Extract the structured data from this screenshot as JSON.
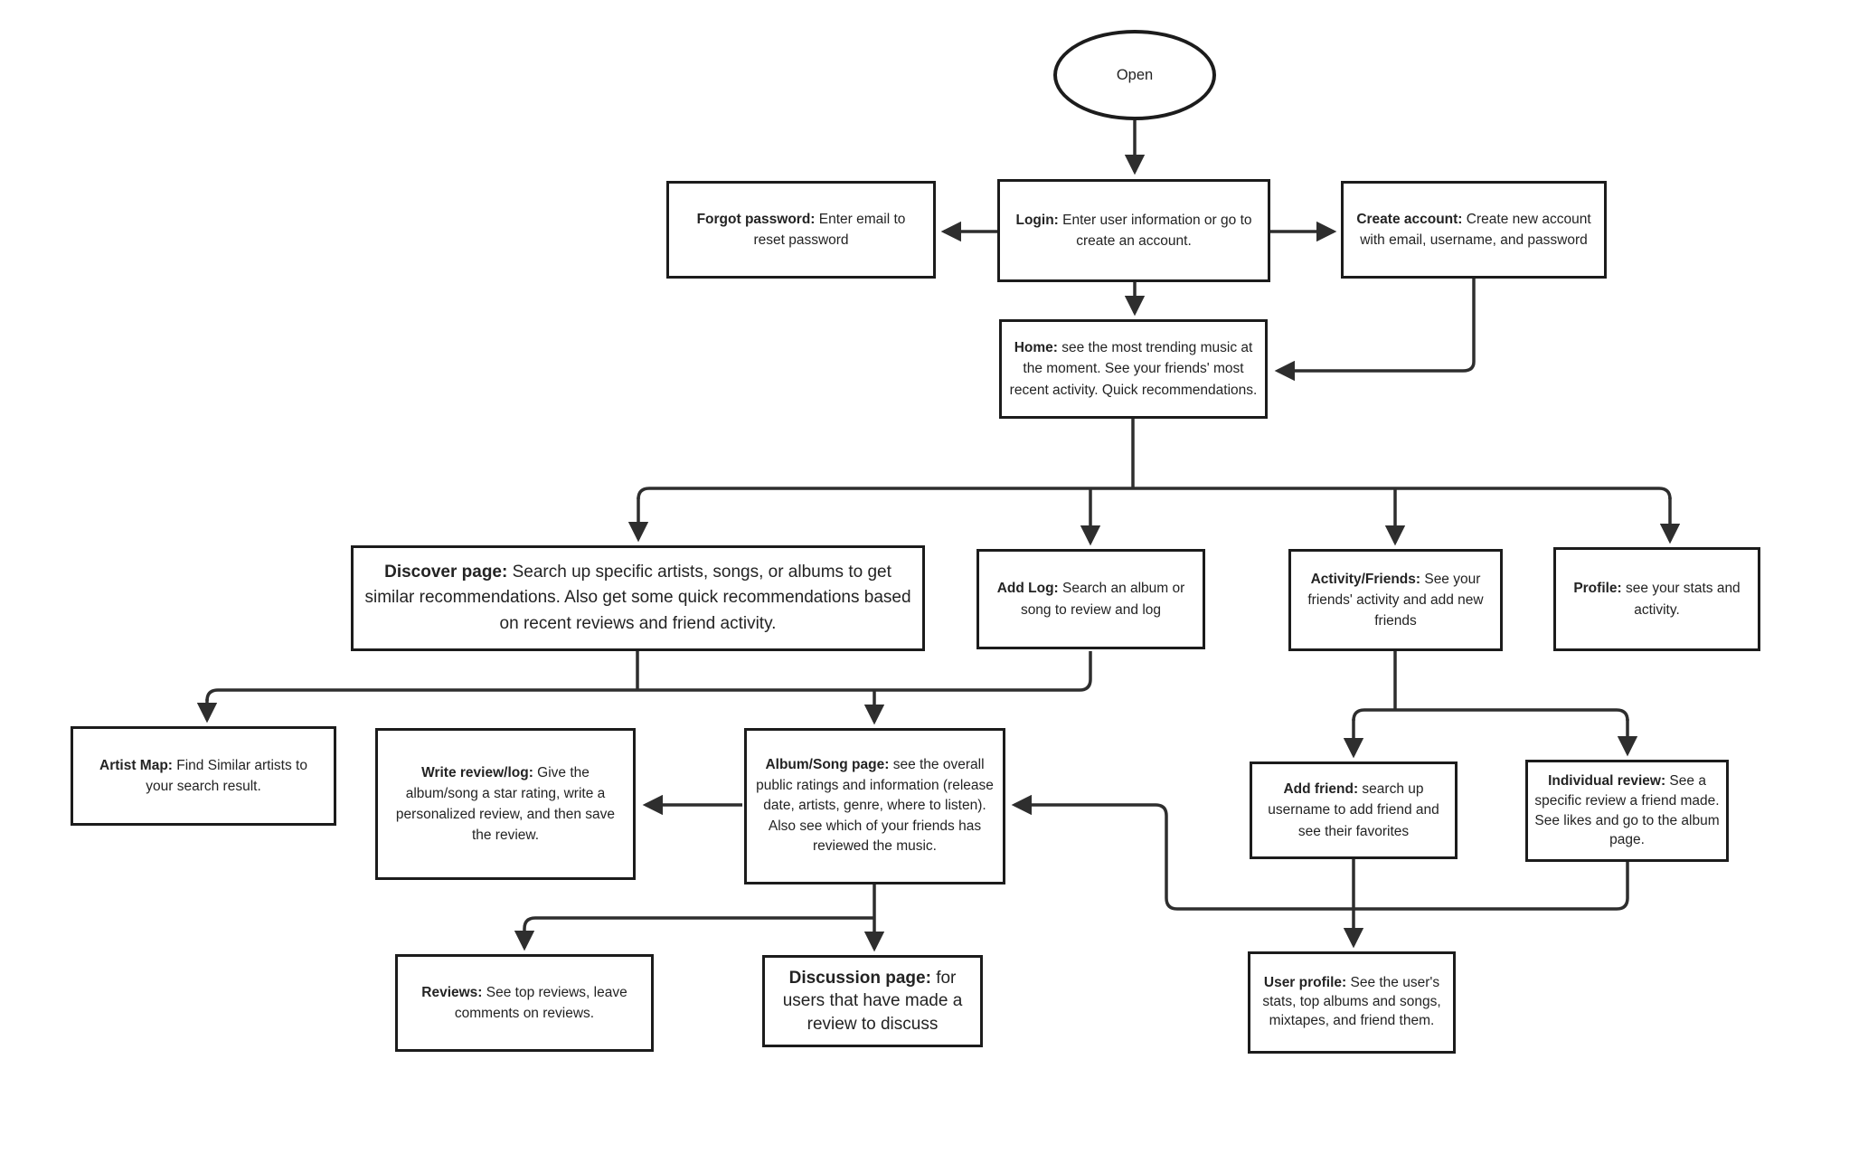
{
  "diagram": {
    "kind": "flowchart",
    "background": "#ffffff",
    "line_color": "#2e2e2e",
    "box_border_color": "#1c1c1c",
    "text_color": "#232323"
  },
  "nodes": {
    "open": {
      "label": "Open"
    },
    "forgot": {
      "title": "Forgot password:",
      "body": " Enter email to reset password"
    },
    "login": {
      "title": "Login:",
      "body": " Enter user information or go to create an account."
    },
    "create": {
      "title": "Create account:",
      "body": " Create new account with email, username, and password"
    },
    "home": {
      "title": "Home:",
      "body": " see the most trending music at the moment. See your friends' most recent activity. Quick recommendations."
    },
    "discover": {
      "title": "Discover page:",
      "body": " Search up specific artists, songs, or albums to get similar recommendations. Also get some quick recommendations based on recent reviews and friend activity."
    },
    "addlog": {
      "title": "Add Log:",
      "body": " Search an album or song to review and log"
    },
    "activity": {
      "title": "Activity/Friends:",
      "body": " See your friends' activity and add new friends"
    },
    "profile": {
      "title": "Profile:",
      "body": " see your stats and activity."
    },
    "artistmap": {
      "title": "Artist Map:",
      "body": " Find Similar artists to your search result."
    },
    "writereview": {
      "title": "Write review/log:",
      "body": " Give the album/song a star rating, write a personalized review, and then save the review."
    },
    "albumsong": {
      "title": "Album/Song page:",
      "body": " see the overall public ratings and information (release date, artists, genre, where to listen). Also see which of your friends has reviewed the music."
    },
    "addfriend": {
      "title": "Add friend:",
      "body": " search up username to add friend and see their favorites"
    },
    "individual": {
      "title": "Individual review:",
      "body": " See a specific review a friend made. See likes and go to the album page."
    },
    "reviews": {
      "title": "Reviews:",
      "body": " See top reviews, leave comments on reviews."
    },
    "discussion": {
      "title": "Discussion page:",
      "body": " for users that have made a review to discuss"
    },
    "userprofile": {
      "title": "User profile:",
      "body": " See the user's stats, top albums and songs, mixtapes, and friend them."
    }
  },
  "edges": [
    {
      "from": "open",
      "to": "login"
    },
    {
      "from": "login",
      "to": "forgot"
    },
    {
      "from": "login",
      "to": "create"
    },
    {
      "from": "login",
      "to": "home"
    },
    {
      "from": "create",
      "to": "home"
    },
    {
      "from": "home",
      "to": "discover"
    },
    {
      "from": "home",
      "to": "addlog"
    },
    {
      "from": "home",
      "to": "activity"
    },
    {
      "from": "home",
      "to": "profile"
    },
    {
      "from": "discover",
      "to": "artistmap"
    },
    {
      "from": "discover",
      "to": "albumsong"
    },
    {
      "from": "addlog",
      "to": "albumsong"
    },
    {
      "from": "albumsong",
      "to": "writereview"
    },
    {
      "from": "albumsong",
      "to": "reviews"
    },
    {
      "from": "albumsong",
      "to": "discussion"
    },
    {
      "from": "activity",
      "to": "addfriend"
    },
    {
      "from": "activity",
      "to": "individual"
    },
    {
      "from": "addfriend",
      "to": "userprofile"
    },
    {
      "from": "individual",
      "to": "albumsong"
    }
  ]
}
